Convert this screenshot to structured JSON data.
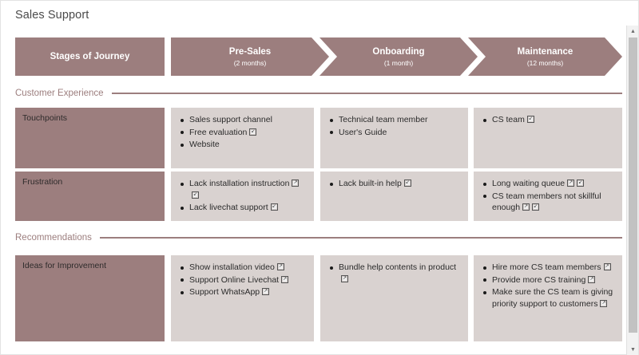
{
  "page": {
    "title": "Sales Support"
  },
  "stages": [
    {
      "name": "Stages of Journey",
      "duration": ""
    },
    {
      "name": "Pre-Sales",
      "duration": "(2 months)"
    },
    {
      "name": "Onboarding",
      "duration": "(1 month)"
    },
    {
      "name": "Maintenance",
      "duration": "(12 months)"
    }
  ],
  "sections": [
    {
      "label": "Customer Experience"
    },
    {
      "label": "Recommendations"
    }
  ],
  "rows": [
    {
      "label": "Touchpoints",
      "cells": [
        {
          "items": [
            {
              "text": "Sales support channel",
              "badges": []
            },
            {
              "text": "Free evaluation",
              "badges": [
                "link"
              ]
            },
            {
              "text": "Website",
              "badges": []
            }
          ]
        },
        {
          "items": [
            {
              "text": "Technical team member",
              "badges": []
            },
            {
              "text": "User's Guide",
              "badges": []
            }
          ]
        },
        {
          "items": [
            {
              "text": "CS team",
              "badges": [
                "link"
              ]
            }
          ]
        }
      ]
    },
    {
      "label": "Frustration",
      "cells": [
        {
          "items": [
            {
              "text": "Lack installation instruction",
              "badges": [
                "note",
                "link"
              ]
            },
            {
              "text": "Lack livechat support",
              "badges": [
                "link"
              ]
            }
          ]
        },
        {
          "items": [
            {
              "text": "Lack built-in help",
              "badges": [
                "link"
              ]
            }
          ]
        },
        {
          "items": [
            {
              "text": "Long waiting queue",
              "badges": [
                "note",
                "link"
              ]
            },
            {
              "text": "CS team members not skillful enough",
              "badges": [
                "note",
                "link"
              ]
            }
          ]
        }
      ]
    },
    {
      "label": "Ideas for Improvement",
      "cells": [
        {
          "items": [
            {
              "text": "Show installation video",
              "badges": [
                "note"
              ]
            },
            {
              "text": "Support Online Livechat",
              "badges": [
                "note"
              ]
            },
            {
              "text": "Support WhatsApp",
              "badges": [
                "note"
              ]
            }
          ]
        },
        {
          "items": [
            {
              "text": "Bundle help contents in product",
              "badges": [
                "note"
              ]
            }
          ]
        },
        {
          "items": [
            {
              "text": "Hire more CS team members",
              "badges": [
                "note"
              ]
            },
            {
              "text": "Provide more CS training",
              "badges": [
                "note"
              ]
            },
            {
              "text": "Make sure the CS team is giving priority support to customers",
              "badges": [
                "note"
              ]
            }
          ]
        }
      ]
    }
  ],
  "scrollbar": {
    "up": "▲",
    "down": "▼"
  },
  "colors": {
    "stage_fill": "#9c7e7e",
    "cell_fill": "#d9d2d0",
    "section_accent": "#9c7e7e",
    "title_text": "#4a4a4a"
  }
}
